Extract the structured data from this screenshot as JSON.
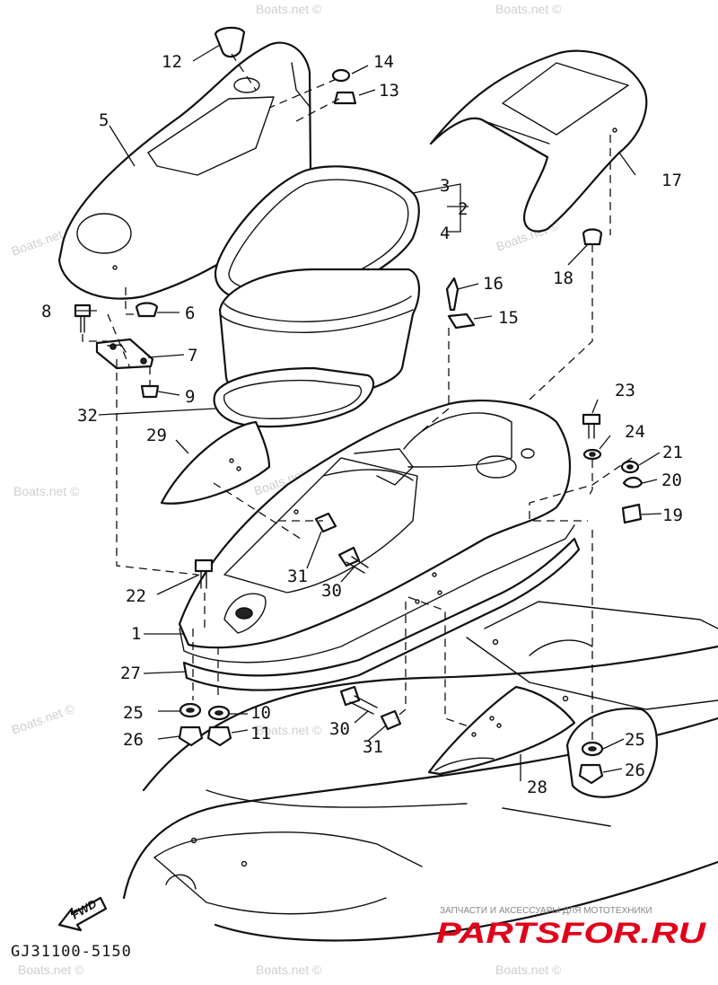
{
  "watermark_text": "Boats.net ©",
  "diagram_code": "GJ31100-5150",
  "fwd_label": "FWD",
  "brand_tagline": "ЗАПЧАСТИ И АКСЕССУАРЫ ДЛЯ МОТОТЕХНИКИ",
  "brand_name": "PARTSFOR.RU",
  "callouts": {
    "c1": "1",
    "c2": "2",
    "c3": "3",
    "c4": "4",
    "c5": "5",
    "c6": "6",
    "c7": "7",
    "c8": "8",
    "c9": "9",
    "c10": "10",
    "c11": "11",
    "c12": "12",
    "c13": "13",
    "c14": "14",
    "c15": "15",
    "c16": "16",
    "c17": "17",
    "c18": "18",
    "c19": "19",
    "c20": "20",
    "c21": "21",
    "c22": "22",
    "c23": "23",
    "c24": "24",
    "c25a": "25",
    "c25b": "25",
    "c26a": "26",
    "c26b": "26",
    "c27": "27",
    "c28": "28",
    "c29": "29",
    "c30a": "30",
    "c30b": "30",
    "c31a": "31",
    "c31b": "31",
    "c32": "32"
  }
}
